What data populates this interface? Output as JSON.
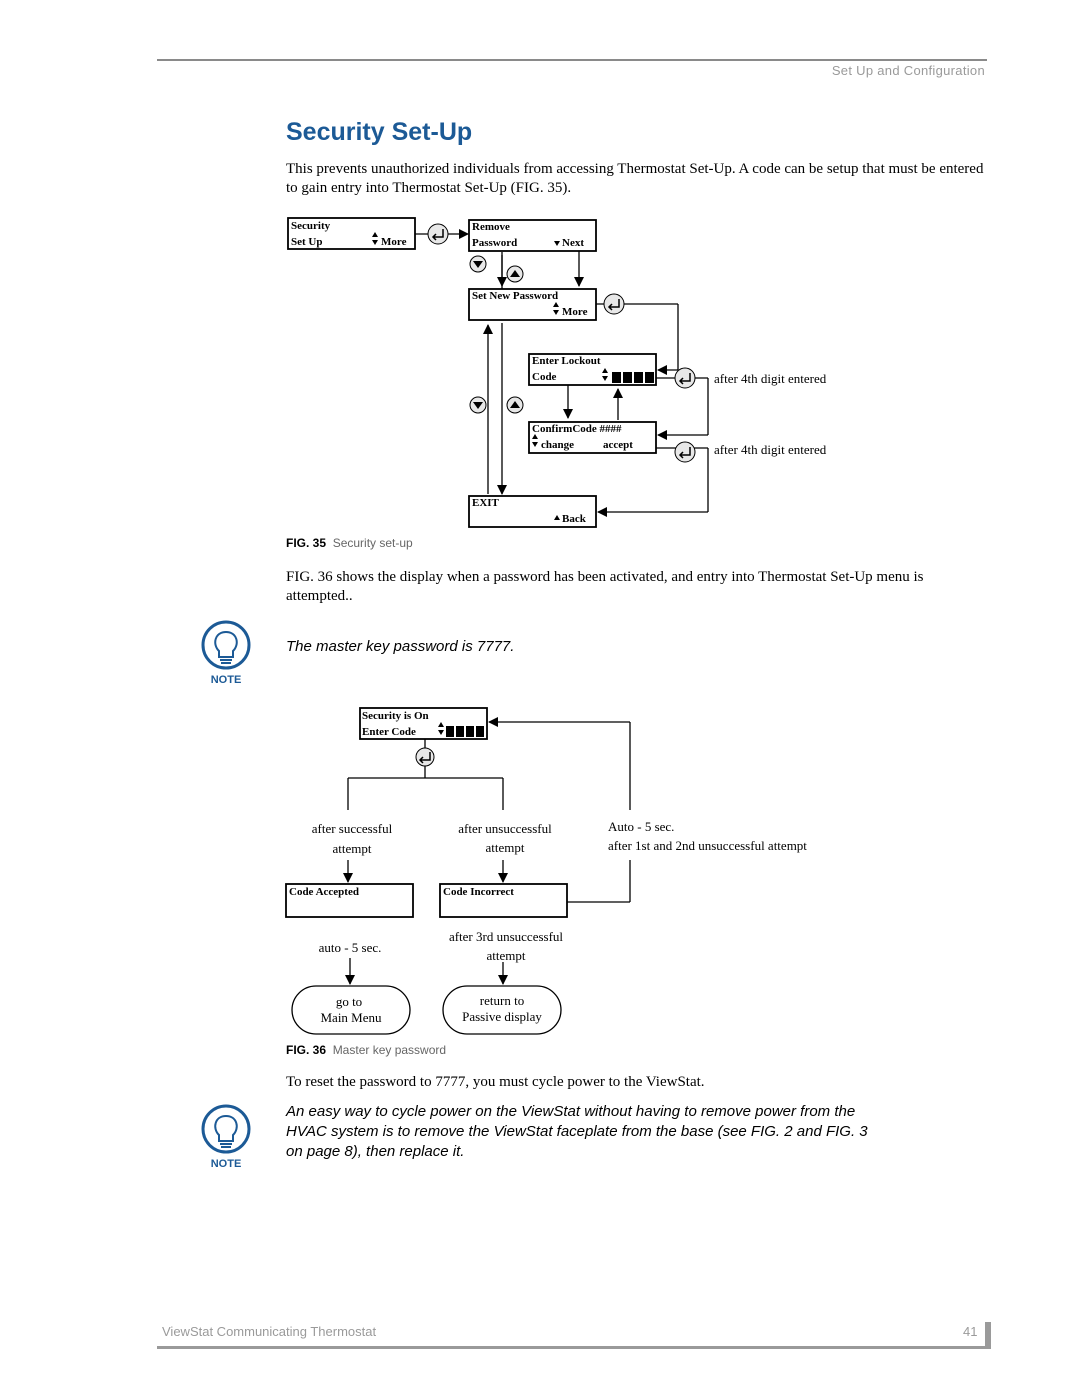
{
  "header": {
    "section": "Set Up and Configuration"
  },
  "title": "Security Set-Up",
  "intro": "This prevents unauthorized individuals from accessing Thermostat Set-Up. A code can be setup that must be entered to gain entry into Thermostat Set-Up (FIG. 35).",
  "fig35": {
    "screens": {
      "security": [
        "Security",
        "Set Up",
        "More"
      ],
      "remove": [
        "Remove",
        "Password",
        "Next"
      ],
      "set_new": [
        "Set New Password",
        "More"
      ],
      "lockout": [
        "Enter Lockout",
        "Code"
      ],
      "confirm": [
        "ConfirmCode ####",
        "change",
        "accept"
      ],
      "exit": [
        "EXIT",
        "Back"
      ]
    },
    "label_after_4th_1": "after 4th digit entered",
    "label_after_4th_2": "after 4th digit entered",
    "caption_num": "FIG. 35",
    "caption_text": "Security set-up"
  },
  "fig36_intro": "FIG. 36 shows the display when a password has been activated, and entry into Thermostat Set-Up menu is attempted..",
  "note1": {
    "label": "NOTE",
    "text": "The master key password is 7777."
  },
  "fig36": {
    "screens": {
      "security_on": [
        "Security is On",
        "Enter Code"
      ],
      "accepted": "Code Accepted",
      "incorrect": "Code Incorrect"
    },
    "after_successful": [
      "after successful",
      "attempt"
    ],
    "after_unsuccessful": [
      "after unsuccessful",
      "attempt"
    ],
    "auto5": [
      "Auto - 5 sec.",
      "after 1st and 2nd unsuccessful attempt"
    ],
    "auto5_small": "auto - 5 sec.",
    "after_3rd": [
      "after 3rd unsuccessful",
      "attempt"
    ],
    "goto": [
      "go to",
      "Main Menu"
    ],
    "return": [
      "return to",
      "Passive display"
    ],
    "caption_num": "FIG. 36",
    "caption_text": "Master key password"
  },
  "reset_text": "To reset the password to 7777, you must cycle power to the ViewStat.",
  "note2": {
    "label": "NOTE",
    "text": "An easy way to cycle power on the ViewStat without having to remove power from the HVAC system is to remove the ViewStat faceplate from the base (see FIG. 2 and FIG. 3 on page 8), then replace it."
  },
  "footer": {
    "left": "ViewStat Communicating Thermostat",
    "page": "41"
  }
}
